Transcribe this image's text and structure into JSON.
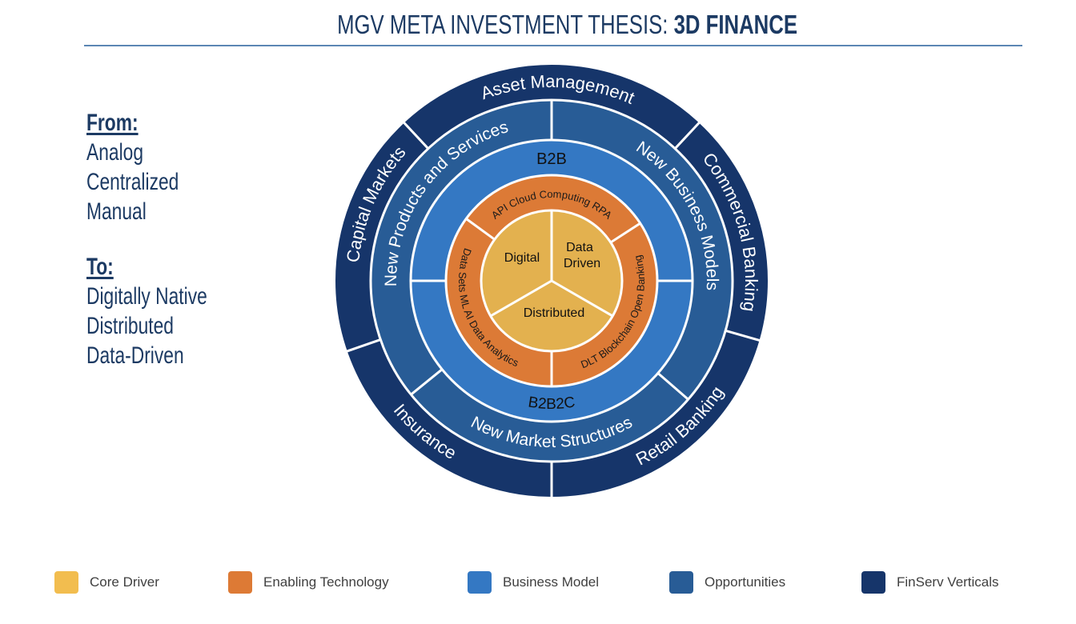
{
  "title": {
    "regular": "MGV META INVESTMENT THESIS: ",
    "bold": "3D FINANCE"
  },
  "from": {
    "heading": "From:",
    "items": [
      "Analog",
      "Centralized",
      "Manual"
    ]
  },
  "to": {
    "heading": "To:",
    "items": [
      "Digitally Native",
      "Distributed",
      "Data-Driven"
    ]
  },
  "wheel": {
    "core": {
      "color": "#e3b14f",
      "segments": [
        {
          "label": "Digital"
        },
        {
          "label_line1": "Data",
          "label_line2": "Driven"
        },
        {
          "label": "Distributed"
        }
      ]
    },
    "enabling": {
      "color": "#dc7a36",
      "segments": [
        {
          "label": "API Cloud Computing RPA"
        },
        {
          "label": "DLT Blockchain Open Banking"
        },
        {
          "label": "Data Sets ML AI Data Analytics"
        }
      ]
    },
    "business_model": {
      "color": "#3478c3",
      "segments": [
        {
          "label": "B2B"
        },
        {
          "label": "B2B2C"
        }
      ]
    },
    "opportunities": {
      "color": "#285c96",
      "segments": [
        {
          "label": "New Products and Services"
        },
        {
          "label": "New Business Models"
        },
        {
          "label": "New Market Structures"
        }
      ]
    },
    "verticals": {
      "color": "#16356a",
      "segments": [
        {
          "label": "Asset Management"
        },
        {
          "label": "Commercial Banking"
        },
        {
          "label": "Retail Banking"
        },
        {
          "label": "Insurance"
        },
        {
          "label": "Capital Markets"
        }
      ]
    }
  },
  "legend": [
    {
      "label": "Core Driver",
      "color": "#f2bd4f"
    },
    {
      "label": "Enabling Technology",
      "color": "#dd7a35"
    },
    {
      "label": "Business Model",
      "color": "#3478c3"
    },
    {
      "label": "Opportunities",
      "color": "#285c96"
    },
    {
      "label": "FinServ Verticals",
      "color": "#16356a"
    }
  ]
}
